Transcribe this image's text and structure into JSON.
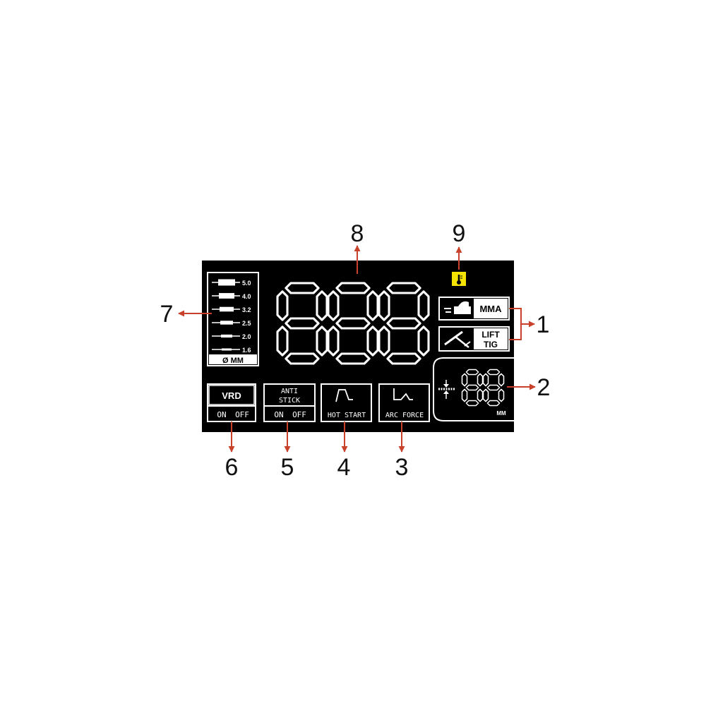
{
  "callouts": [
    "1",
    "2",
    "3",
    "4",
    "5",
    "6",
    "7",
    "8",
    "9"
  ],
  "electrode_sizes": [
    "5.0",
    "4.0",
    "3.2",
    "2.5",
    "2.0",
    "1.6"
  ],
  "electrode_unit": "Ø MM",
  "main_display": "888",
  "thickness_display": "88",
  "thickness_unit": "MM",
  "modes": {
    "mma": "MMA",
    "lift_tig_line1": "LIFT",
    "lift_tig_line2": "TIG"
  },
  "vrd": {
    "title": "VRD",
    "on": "ON",
    "off": "OFF"
  },
  "anti_stick": {
    "title_line1": "ANTI",
    "title_line2": "STICK",
    "on": "ON",
    "off": "OFF"
  },
  "hot_start": {
    "label": "HOT START"
  },
  "arc_force": {
    "label": "ARC FORCE"
  },
  "colors": {
    "panel": "#000000",
    "segment": "#ffffff",
    "arrow": "#c8412a",
    "warning": "#f5e400"
  },
  "icons": [
    "thermometer-icon",
    "mma-holder-icon",
    "tig-torch-icon",
    "thickness-arrows-icon",
    "hot-start-curve-icon",
    "arc-force-curve-icon"
  ]
}
